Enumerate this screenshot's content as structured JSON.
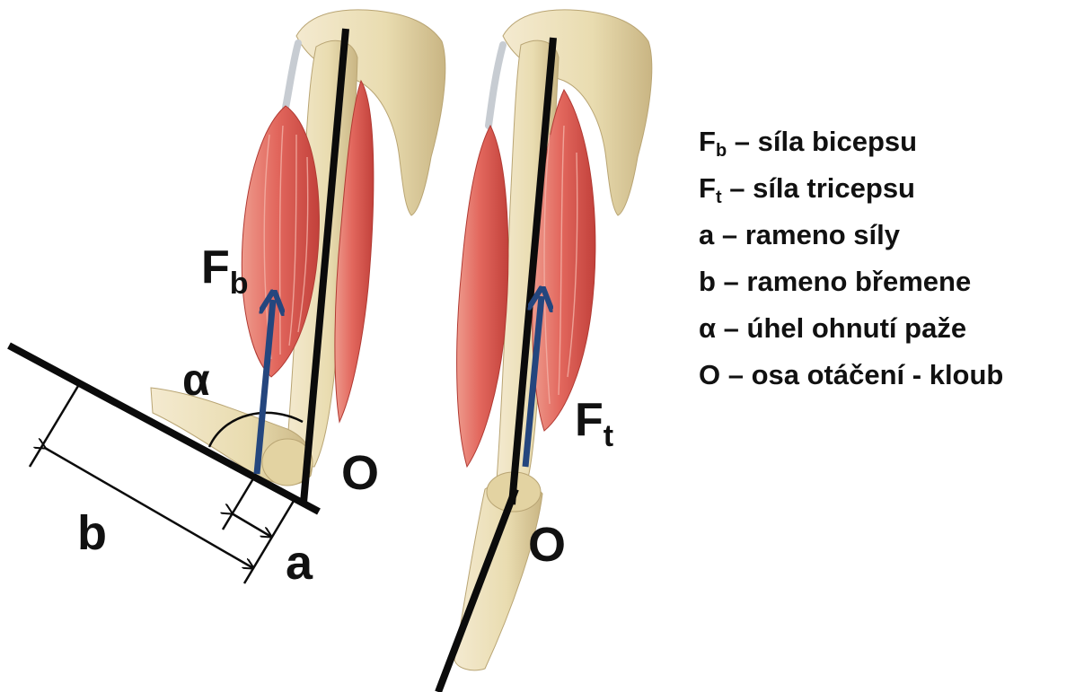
{
  "colors": {
    "bone": "#e9dcb0",
    "bone_shadow": "#c9b583",
    "muscle": "#d9564d",
    "muscle_light": "#ee9a8c",
    "tendon": "#c7ccd2",
    "arrow": "#24467e",
    "line": "#0b0b0b"
  },
  "labels": {
    "fb": {
      "main": "F",
      "sub": "b"
    },
    "ft": {
      "main": "F",
      "sub": "t"
    },
    "alpha": "α",
    "o_left": "O",
    "o_right": "O",
    "a": "a",
    "b": "b"
  },
  "legend": [
    {
      "sym": "F",
      "sub": "b",
      "text": " – síla bicepsu"
    },
    {
      "sym": "F",
      "sub": "t",
      "text": " – síla tricepsu"
    },
    {
      "sym": "a",
      "sub": "",
      "text": " – rameno síly"
    },
    {
      "sym": "b",
      "sub": "",
      "text": " – rameno břemene"
    },
    {
      "sym": "α",
      "sub": "",
      "text": " – úhel ohnutí paže"
    },
    {
      "sym": "O",
      "sub": "",
      "text": " – osa otáčení - kloub"
    }
  ],
  "icons": {
    "left_arm": "bent-arm-anatomy-icon",
    "right_arm": "extended-arm-anatomy-icon"
  }
}
